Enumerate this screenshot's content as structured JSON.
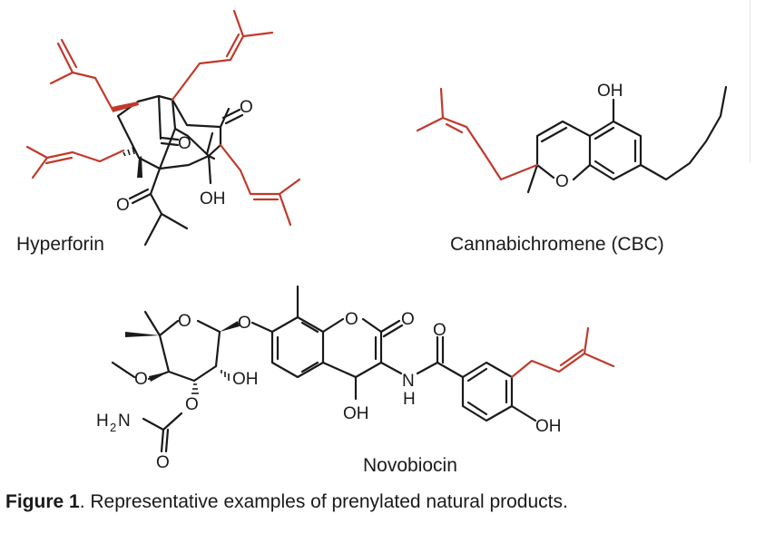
{
  "figure": {
    "compounds": [
      {
        "name": "Hyperforin",
        "atoms": {
          "oh": "OH",
          "o": "O"
        }
      },
      {
        "name": "Cannabichromene (CBC)",
        "atoms": {
          "oh": "OH",
          "o": "O"
        }
      },
      {
        "name": "Novobiocin",
        "atoms": {
          "oh": "OH",
          "o": "O",
          "n": "N",
          "h": "H",
          "h2n_h": "H",
          "h2n_sub": "2",
          "h2n_n": "N"
        }
      }
    ],
    "caption": {
      "label": "Figure 1",
      "text": ". Representative examples of prenylated natural products."
    },
    "colors": {
      "structure": "#1a1a1a",
      "prenyl_highlight": "#c0392b"
    }
  }
}
